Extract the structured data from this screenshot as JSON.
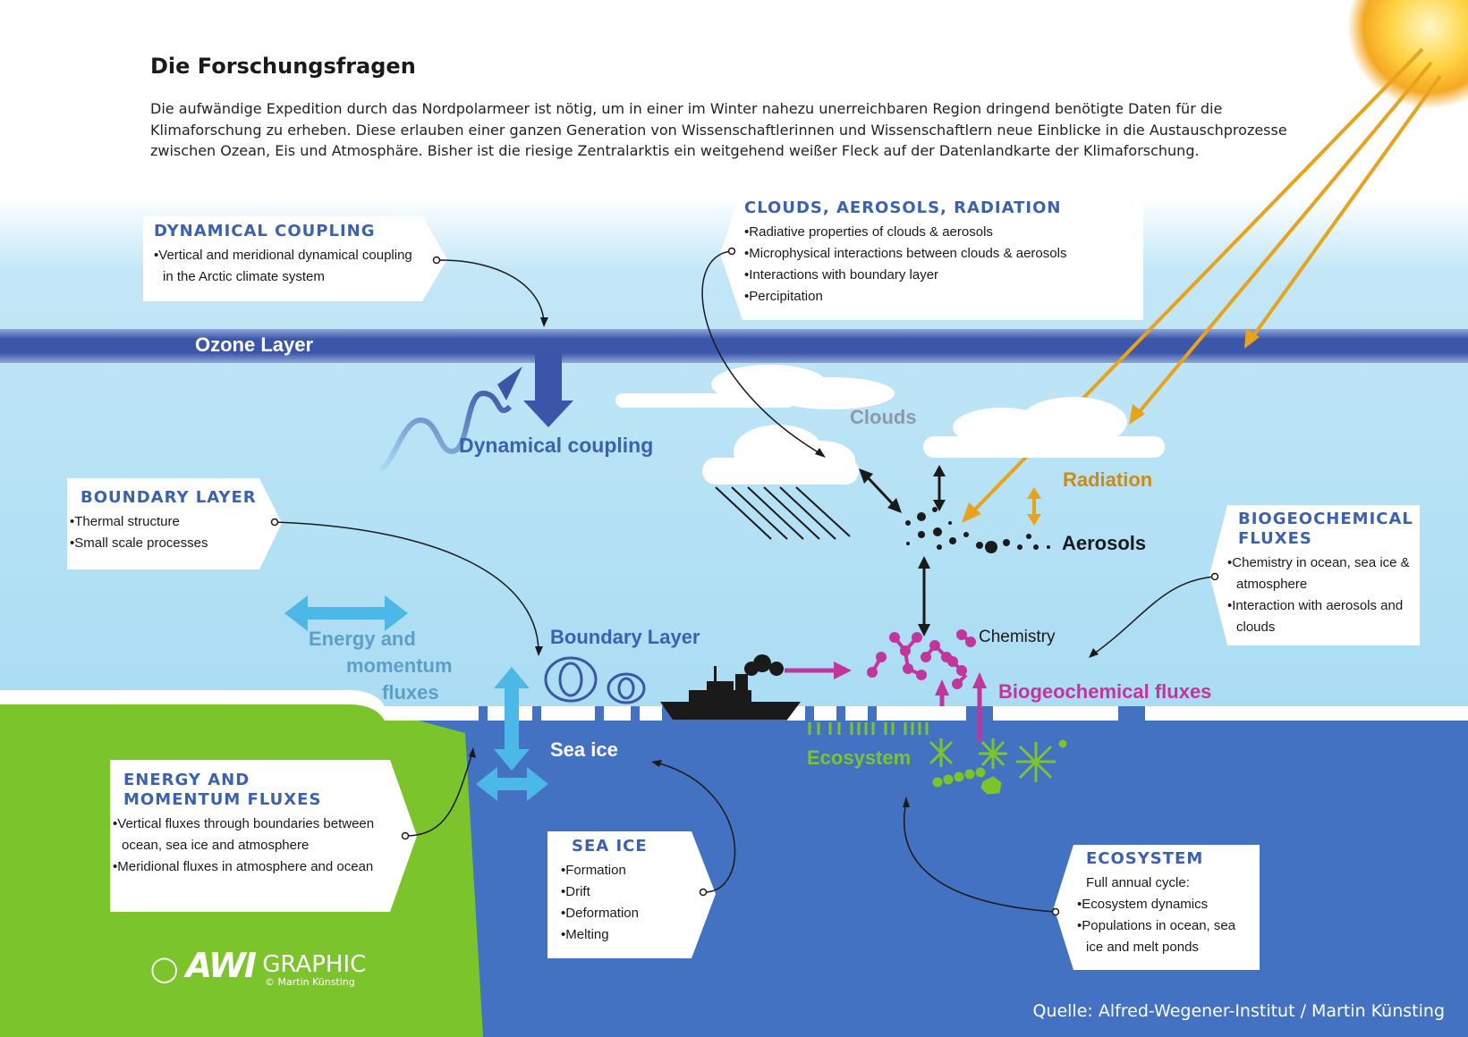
{
  "header": {
    "title": "Die Forschungsfragen",
    "intro": "Die aufwändige Expedition durch das Nordpolarmeer ist nötig, um in einer im Winter nahezu unerreichbaren Region dringend benötigte Daten für die Klimaforschung zu erheben. Diese erlauben einer ganzen Generation von Wissenschaftlerinnen und Wissenschaftlern neue Einblicke in die Austauschprozesse zwischen Ozean, Eis und Atmosphäre. Bisher ist die riesige Zentralarktis ein weitgehend weißer Fleck auf der Datenlandkarte der Klimaforschung."
  },
  "labels": {
    "ozone": "Ozone Layer",
    "dynamical_coupling": "Dynamical coupling",
    "clouds": "Clouds",
    "radiation": "Radiation",
    "aerosols": "Aerosols",
    "chemistry": "Chemistry",
    "boundary_layer": "Boundary Layer",
    "energy_line1": "Energy and",
    "energy_line2": "momentum",
    "energy_line3": "fluxes",
    "sea_ice": "Sea ice",
    "ecosystem": "Ecosystem",
    "biogeochemical": "Biogeochemical fluxes"
  },
  "boxes": {
    "dynamical": {
      "title": "DYNAMICAL COUPLING",
      "items": [
        "Vertical and meridional dynamical coupling in the Arctic climate system"
      ]
    },
    "clouds": {
      "title": "CLOUDS, AEROSOLS, RADIATION",
      "items": [
        "Radiative properties of clouds & aerosols",
        "Microphysical interactions between clouds & aerosols",
        "Interactions with boundary layer",
        "Percipitation"
      ]
    },
    "boundary": {
      "title": "BOUNDARY LAYER",
      "items": [
        "Thermal structure",
        "Small scale processes"
      ]
    },
    "biogeo": {
      "title_line1": "BIOGEOCHEMICAL",
      "title_line2": "FLUXES",
      "items": [
        "Chemistry in ocean, sea ice & atmosphere",
        "Interaction with aerosols and clouds"
      ]
    },
    "energy": {
      "title_line1": "ENERGY AND",
      "title_line2": "MOMENTUM FLUXES",
      "items": [
        "Vertical fluxes through boundaries between ocean, sea ice and atmosphere",
        "Meridional fluxes in atmosphere and ocean"
      ]
    },
    "seaice": {
      "title": "SEA ICE",
      "items": [
        "Formation",
        "Drift",
        "Deformation",
        "Melting"
      ]
    },
    "ecosystem": {
      "title": "ECOSYSTEM",
      "subtitle": "Full annual cycle:",
      "items": [
        "Ecosystem dynamics",
        "Populations in ocean, sea ice and melt ponds"
      ]
    }
  },
  "logo": {
    "brand": "AWI",
    "word": "GRAPHIC",
    "credit": "© Martin Künsting"
  },
  "source": "Quelle: Alfred-Wegener-Institut / Martin Künsting",
  "colors": {
    "sky": "#b8e3f5",
    "ozone": "#3b55a8",
    "ocean": "#4472c2",
    "land": "#7cc42b",
    "box_title": "#3a62b0",
    "radiation": "#e8a21b",
    "magenta": "#c2359c",
    "ecosystem": "#7cc42b",
    "light_blue": "#4bb8e8"
  }
}
